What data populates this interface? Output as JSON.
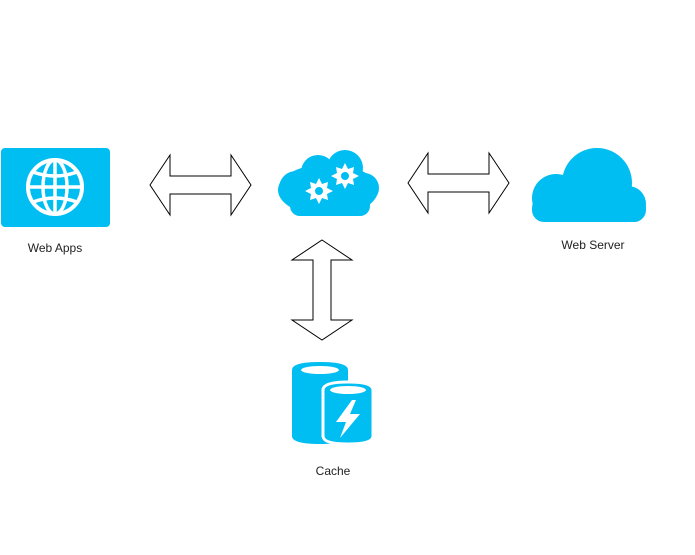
{
  "diagram": {
    "nodes": [
      {
        "id": "web-apps",
        "label": "Web Apps",
        "icon": "globe-icon"
      },
      {
        "id": "service",
        "label": "",
        "icon": "cloud-gears-icon"
      },
      {
        "id": "web-server",
        "label": "Web Server",
        "icon": "cloud-icon"
      },
      {
        "id": "cache",
        "label": "Cache",
        "icon": "cache-database-icon"
      }
    ],
    "edges": [
      {
        "from": "web-apps",
        "to": "service",
        "type": "bidirectional"
      },
      {
        "from": "service",
        "to": "web-server",
        "type": "bidirectional"
      },
      {
        "from": "service",
        "to": "cache",
        "type": "bidirectional"
      }
    ],
    "colors": {
      "icon": "#00BEF2",
      "icon_detail": "#ffffff",
      "arrow_stroke": "#000000"
    }
  }
}
